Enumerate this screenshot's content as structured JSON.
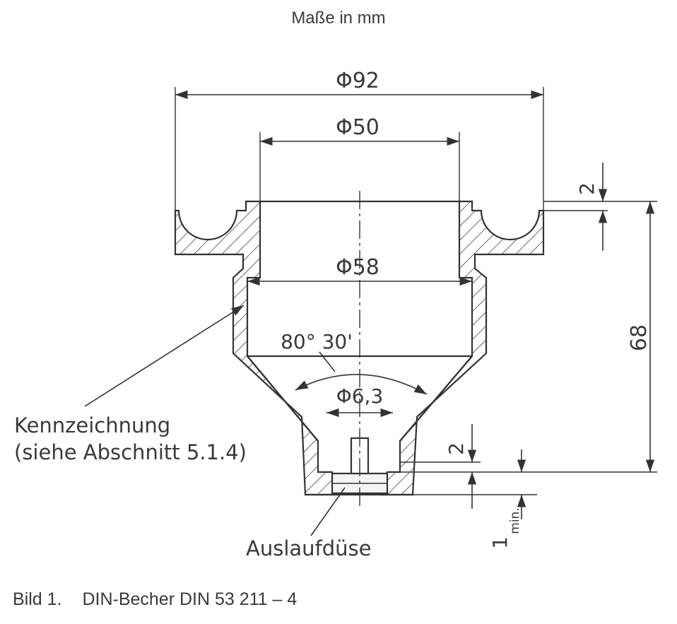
{
  "header": {
    "units_note": "Maße in mm"
  },
  "dimensions": {
    "outer_diameter": "Φ92",
    "inner_top_diameter": "Φ50",
    "inner_mid_diameter": "Φ58",
    "nozzle_diameter": "Φ6,3",
    "cone_angle": "80° 30'",
    "height": "68",
    "rim_thickness": "2",
    "nozzle_length": "2",
    "min_gap": "1",
    "min_label": "min."
  },
  "labels": {
    "marking_line1": "Kennzeichnung",
    "marking_line2": "(siehe Abschnitt 5.1.4)",
    "nozzle": "Auslaufdüse"
  },
  "figure": {
    "number": "Bild 1.",
    "title": "DIN-Becher DIN 53 211 – 4"
  }
}
